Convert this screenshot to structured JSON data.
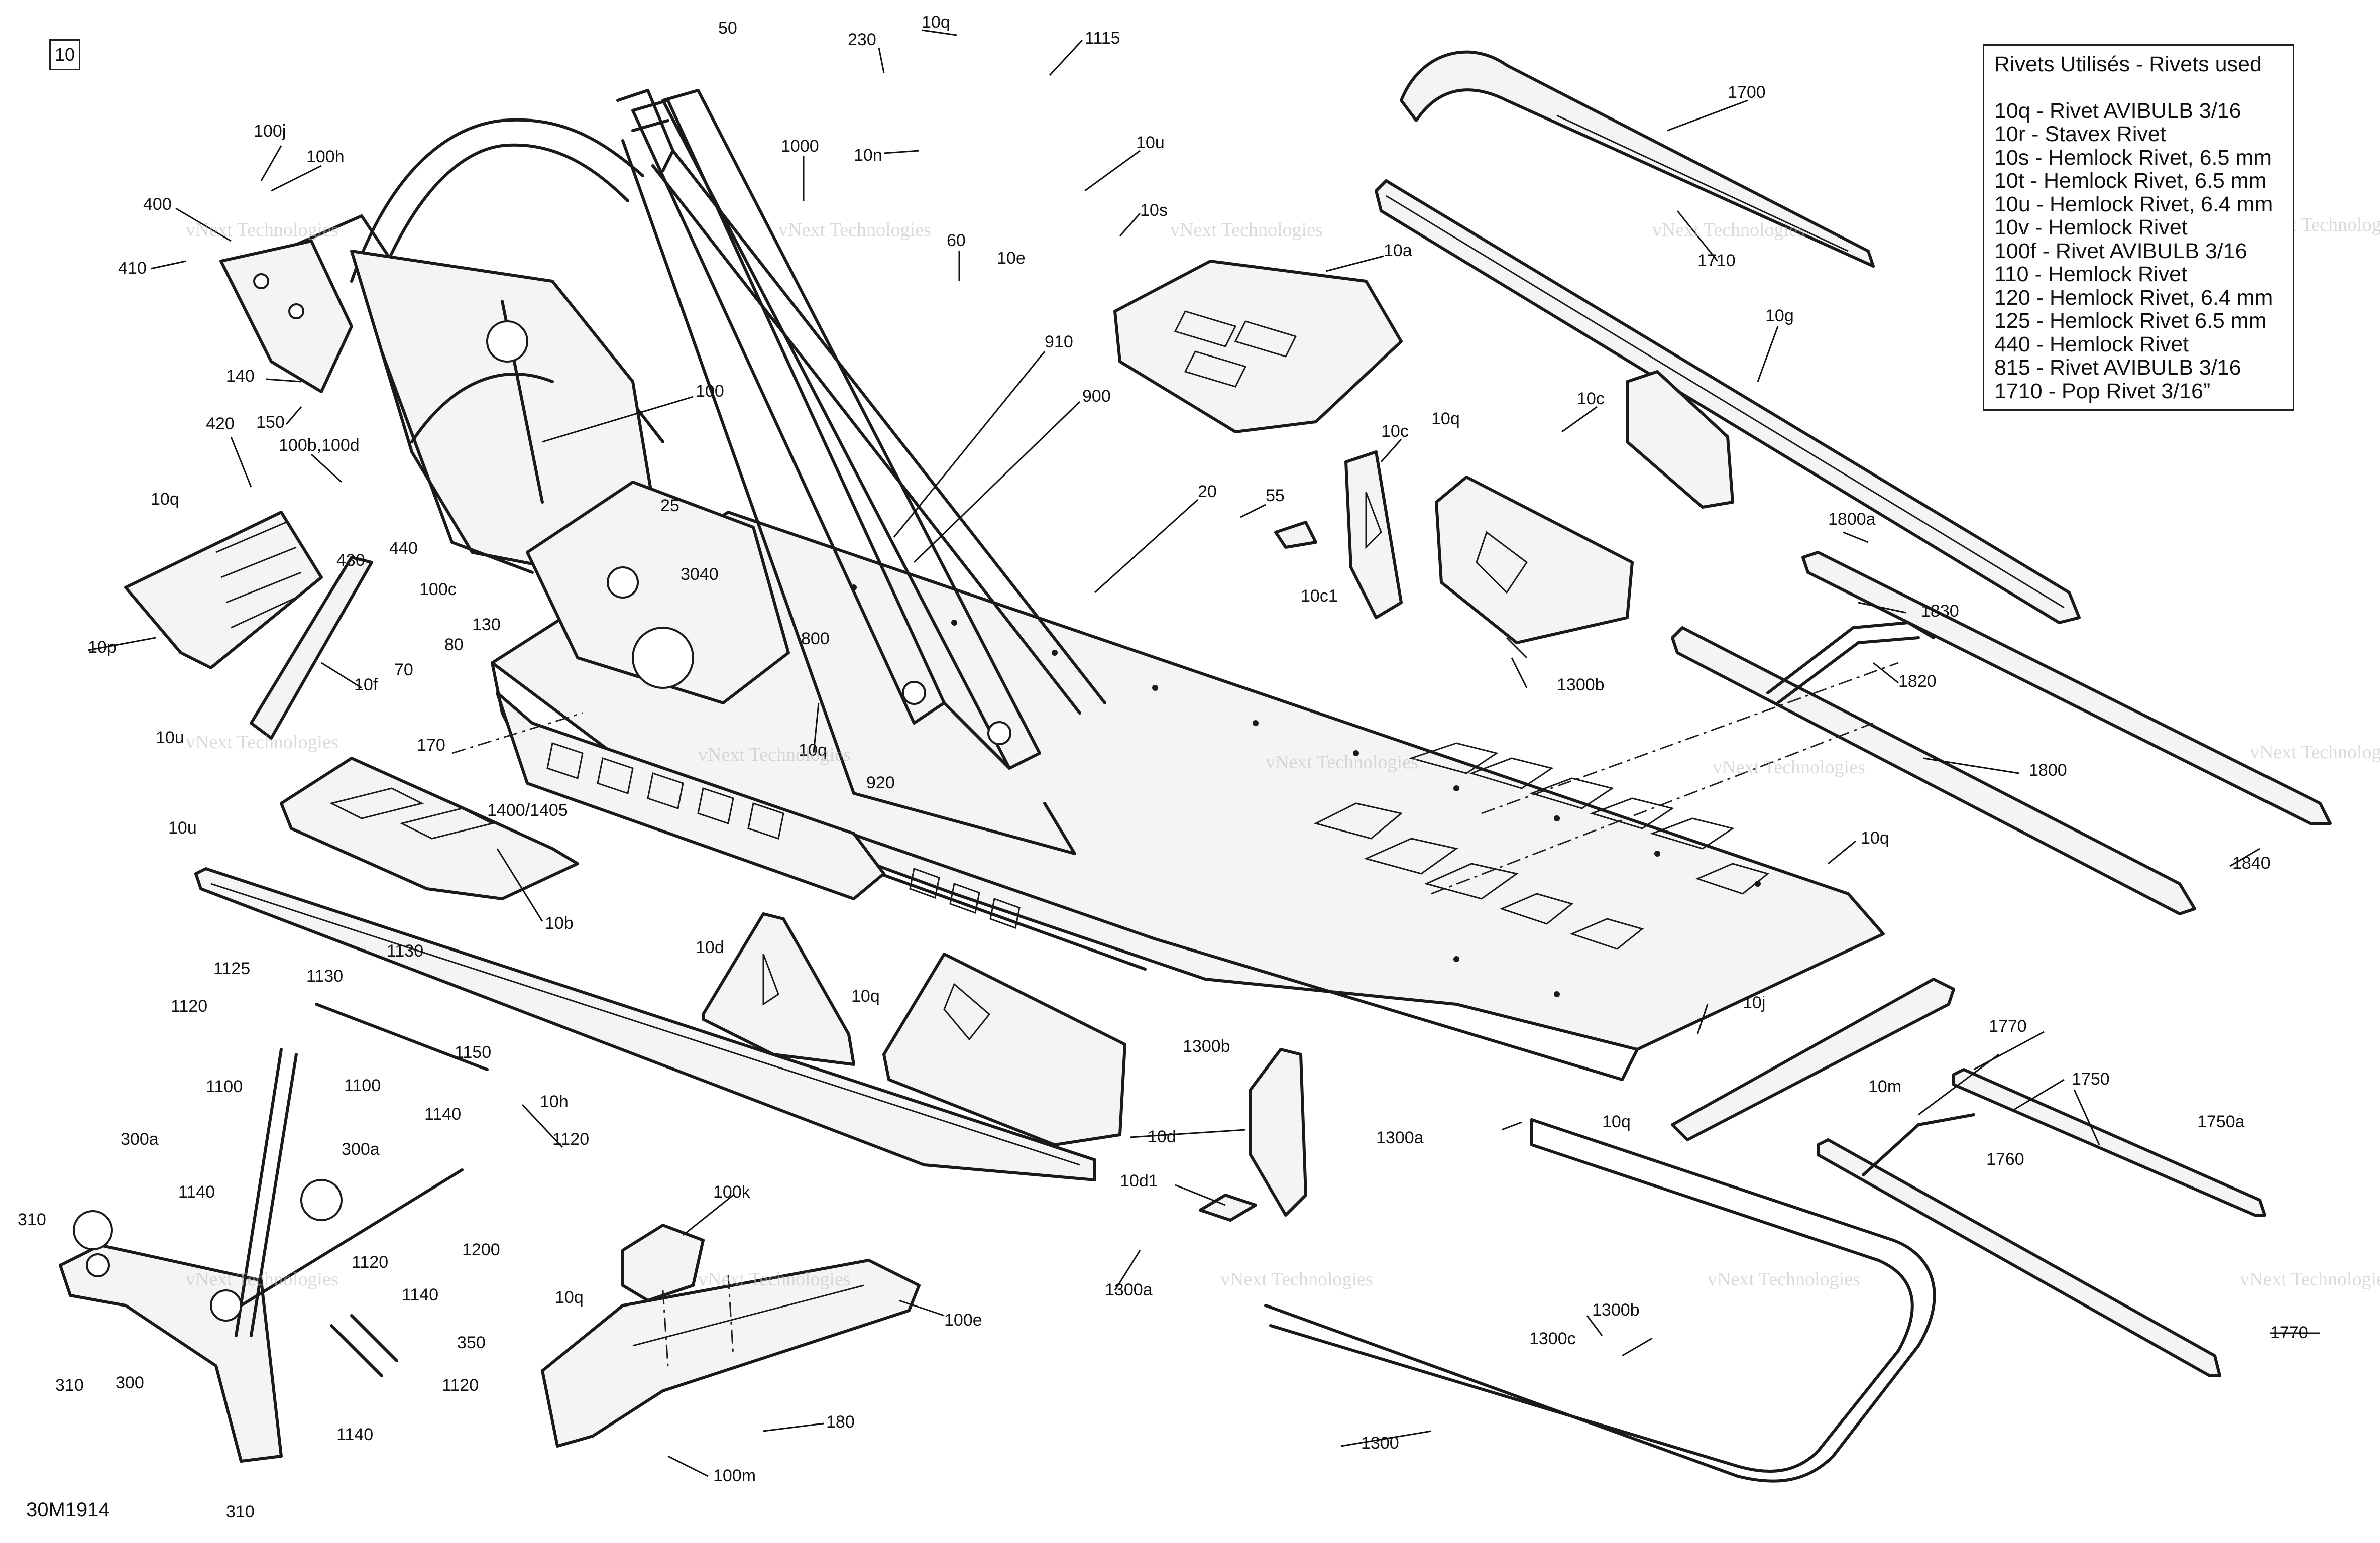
{
  "page_number": "10",
  "diagram_code": "30M1914",
  "watermark": "vNext Technologies",
  "legend": {
    "title": "Rivets Utilisés - Rivets used",
    "items": [
      "10q - Rivet AVIBULB 3/16",
      "10r - Stavex Rivet",
      "10s - Hemlock Rivet, 6.5 mm",
      "10t - Hemlock Rivet, 6.5 mm",
      "10u - Hemlock Rivet, 6.4 mm",
      "10v - Hemlock Rivet",
      "100f - Rivet AVIBULB 3/16",
      "110 - Hemlock Rivet",
      "120 - Hemlock Rivet, 6.4 mm",
      "125 - Hemlock Rivet 6.5 mm",
      "440 - Hemlock Rivet",
      "815 - Rivet AVIBULB 3/16",
      "1710 - Pop Rivet 3/16”"
    ]
  },
  "callouts": [
    "50",
    "230",
    "10q",
    "1115",
    "100j",
    "100h",
    "400",
    "410",
    "10n",
    "10u",
    "10s",
    "1000",
    "60",
    "10e",
    "1700",
    "1710",
    "10a",
    "140",
    "150",
    "100",
    "910",
    "900",
    "10g",
    "420",
    "100b,100d",
    "10c",
    "10q",
    "10c",
    "10q",
    "440",
    "100c",
    "25",
    "3040",
    "55",
    "20",
    "1800a",
    "430",
    "10p",
    "10f",
    "130",
    "70",
    "80",
    "800",
    "10c1",
    "1830",
    "1820",
    "170",
    "10q",
    "920",
    "1300b",
    "10u",
    "1400/1405",
    "1800",
    "10u",
    "10b",
    "10q",
    "1840",
    "1125",
    "1130",
    "1120",
    "1130",
    "10d",
    "10q",
    "1300b",
    "1150",
    "1100",
    "1100",
    "10h",
    "10j",
    "10m",
    "1770",
    "1750",
    "300a",
    "1140",
    "300a",
    "1120",
    "10d",
    "1300a",
    "10q",
    "1760",
    "1750a",
    "1140",
    "1120",
    "10d1",
    "310",
    "1200",
    "100k",
    "1300a",
    "1140",
    "350",
    "10q",
    "100e",
    "1300b",
    "1300c",
    "310",
    "300",
    "1120",
    "1140",
    "180",
    "100m",
    "1300",
    "1770",
    "310"
  ]
}
